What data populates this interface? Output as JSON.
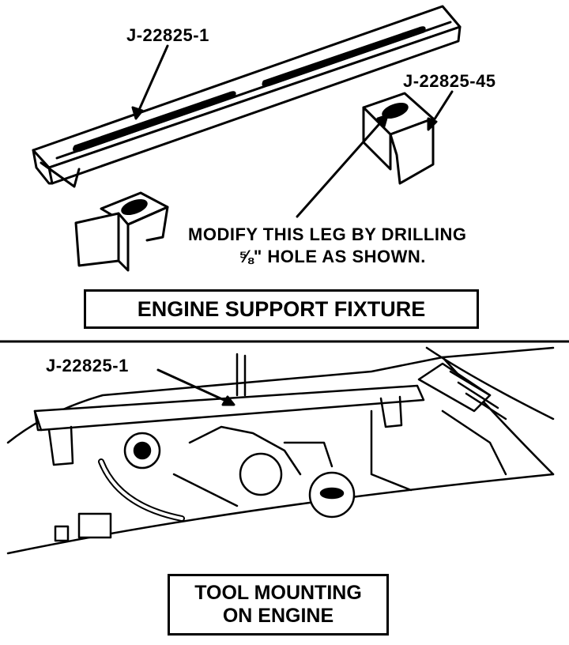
{
  "top_panel": {
    "tool_label_1": "J-22825-1",
    "tool_label_45": "J-22825-45",
    "note_line1": "MODIFY THIS LEG BY DRILLING",
    "note_line2": "⅝\" HOLE AS SHOWN.",
    "caption": "ENGINE SUPPORT FIXTURE"
  },
  "bottom_panel": {
    "tool_label": "J-22825-1",
    "caption_line1": "TOOL MOUNTING",
    "caption_line2": "ON ENGINE"
  },
  "colors": {
    "ink": "#000000",
    "paper": "#ffffff"
  }
}
